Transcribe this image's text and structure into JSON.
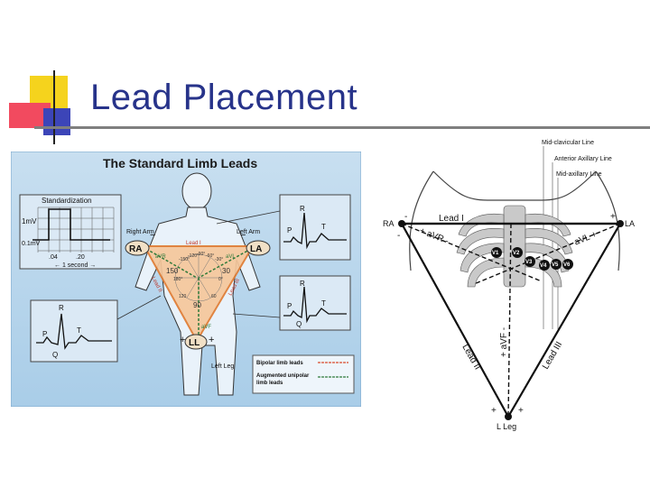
{
  "slide": {
    "title": "Lead Placement"
  },
  "limb_leads": {
    "title": "The Standard Limb Leads",
    "standardization": {
      "label": "Standardization",
      "mv1": "1mV",
      "mv01": "0.1mV",
      "t04": ".04",
      "t20": ".20",
      "one_second": "← 1 second →"
    },
    "right_arm": "Right Arm",
    "left_arm": "Left Arm",
    "left_leg": "Left Leg",
    "ra": "RA",
    "la": "LA",
    "ll": "LL",
    "lead_i": "Lead I",
    "lead_ii": "Lead II",
    "lead_iii": "Lead III",
    "avr": "aVR",
    "avl": "aVL",
    "avf": "aVF",
    "minus": "−",
    "plus": "+",
    "angles": {
      "a150n": "-150°",
      "a120n": "-120°",
      "a90n": "-90°",
      "a60n": "-60°",
      "a30n": "-30°",
      "a150": "150",
      "a30": "30",
      "a0": "0°",
      "a180": "180°",
      "a120": "120",
      "a60": "60",
      "a90": "90"
    },
    "waves": {
      "p": "P",
      "q": "Q",
      "r": "R",
      "t": "T"
    },
    "legend": {
      "bipolar": "Bipolar limb leads",
      "augmented_1": "Augmented unipolar",
      "augmented_2": "limb leads"
    }
  },
  "chest_leads": {
    "midclavicular": "Mid-clavicular Line",
    "anterior_axillary": "Anterior Axillary Line",
    "mid_axillary": "Mid-axillary Line",
    "ra": "RA",
    "la": "LA",
    "l_leg": "L Leg",
    "lead_i": "Lead I",
    "lead_ii": "Lead II",
    "lead_iii": "Lead III",
    "avr": "+ aVR -",
    "avl": "- aVL +",
    "avf": "+ aVF -",
    "minus": "-",
    "plus": "+",
    "v1": "V1",
    "v2": "V2",
    "v3": "V3",
    "v4": "V4",
    "v5": "V5",
    "v6": "V6"
  }
}
